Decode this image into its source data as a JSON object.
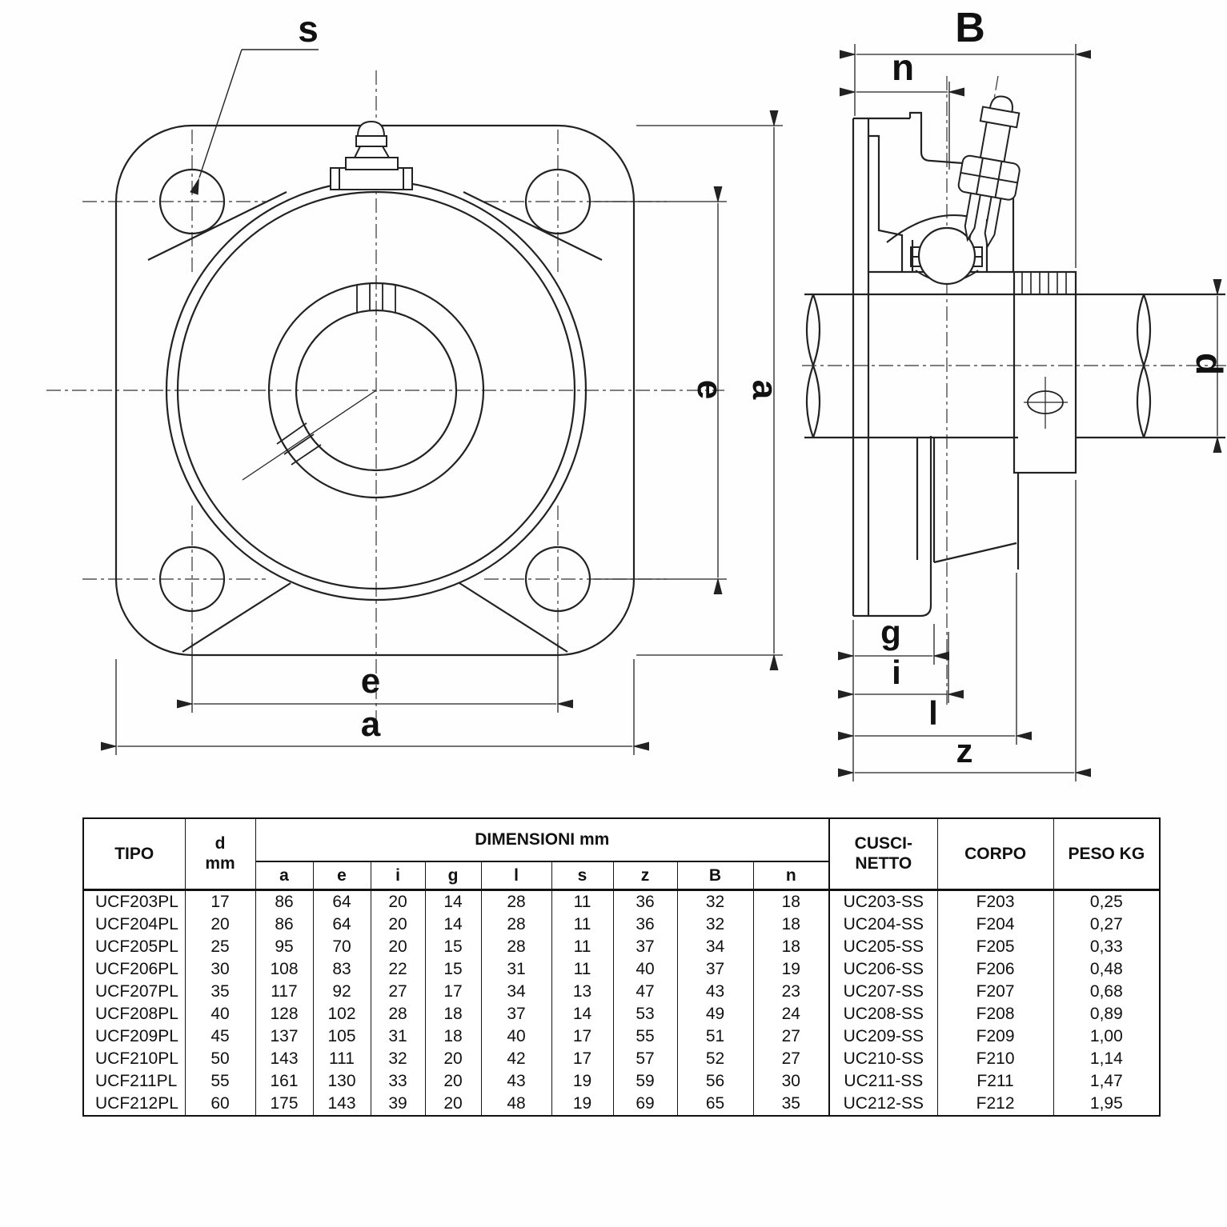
{
  "drawing": {
    "line_color": "#222222",
    "front_view": {
      "labels": {
        "s": "s",
        "e_side": "e",
        "a_side": "a",
        "e_bottom": "e",
        "a_bottom": "a"
      }
    },
    "side_view": {
      "labels": {
        "B": "B",
        "n": "n",
        "d": "d",
        "g": "g",
        "i": "i",
        "l": "l",
        "z": "z"
      }
    }
  },
  "table": {
    "headers": {
      "tipo": "TIPO",
      "d": "d",
      "d_unit": "mm",
      "dimensioni": "DIMENSIONI mm",
      "dim_cols": [
        "a",
        "e",
        "i",
        "g",
        "l",
        "s",
        "z",
        "B",
        "n"
      ],
      "cuscinetto_line1": "CUSCI-",
      "cuscinetto_line2": "NETTO",
      "corpo": "CORPO",
      "peso": "PESO KG"
    },
    "rows": [
      {
        "tipo": "UCF203PL",
        "d": "17",
        "dims": [
          "86",
          "64",
          "20",
          "14",
          "28",
          "11",
          "36",
          "32",
          "18"
        ],
        "cuscinetto": "UC203-SS",
        "corpo": "F203",
        "peso": "0,25"
      },
      {
        "tipo": "UCF204PL",
        "d": "20",
        "dims": [
          "86",
          "64",
          "20",
          "14",
          "28",
          "11",
          "36",
          "32",
          "18"
        ],
        "cuscinetto": "UC204-SS",
        "corpo": "F204",
        "peso": "0,27"
      },
      {
        "tipo": "UCF205PL",
        "d": "25",
        "dims": [
          "95",
          "70",
          "20",
          "15",
          "28",
          "11",
          "37",
          "34",
          "18"
        ],
        "cuscinetto": "UC205-SS",
        "corpo": "F205",
        "peso": "0,33"
      },
      {
        "tipo": "UCF206PL",
        "d": "30",
        "dims": [
          "108",
          "83",
          "22",
          "15",
          "31",
          "11",
          "40",
          "37",
          "19"
        ],
        "cuscinetto": "UC206-SS",
        "corpo": "F206",
        "peso": "0,48"
      },
      {
        "tipo": "UCF207PL",
        "d": "35",
        "dims": [
          "117",
          "92",
          "27",
          "17",
          "34",
          "13",
          "47",
          "43",
          "23"
        ],
        "cuscinetto": "UC207-SS",
        "corpo": "F207",
        "peso": "0,68"
      },
      {
        "tipo": "UCF208PL",
        "d": "40",
        "dims": [
          "128",
          "102",
          "28",
          "18",
          "37",
          "14",
          "53",
          "49",
          "24"
        ],
        "cuscinetto": "UC208-SS",
        "corpo": "F208",
        "peso": "0,89"
      },
      {
        "tipo": "UCF209PL",
        "d": "45",
        "dims": [
          "137",
          "105",
          "31",
          "18",
          "40",
          "17",
          "55",
          "51",
          "27"
        ],
        "cuscinetto": "UC209-SS",
        "corpo": "F209",
        "peso": "1,00"
      },
      {
        "tipo": "UCF210PL",
        "d": "50",
        "dims": [
          "143",
          "111",
          "32",
          "20",
          "42",
          "17",
          "57",
          "52",
          "27"
        ],
        "cuscinetto": "UC210-SS",
        "corpo": "F210",
        "peso": "1,14"
      },
      {
        "tipo": "UCF211PL",
        "d": "55",
        "dims": [
          "161",
          "130",
          "33",
          "20",
          "43",
          "19",
          "59",
          "56",
          "30"
        ],
        "cuscinetto": "UC211-SS",
        "corpo": "F211",
        "peso": "1,47"
      },
      {
        "tipo": "UCF212PL",
        "d": "60",
        "dims": [
          "175",
          "143",
          "39",
          "20",
          "48",
          "19",
          "69",
          "65",
          "35"
        ],
        "cuscinetto": "UC212-SS",
        "corpo": "F212",
        "peso": "1,95"
      }
    ]
  }
}
